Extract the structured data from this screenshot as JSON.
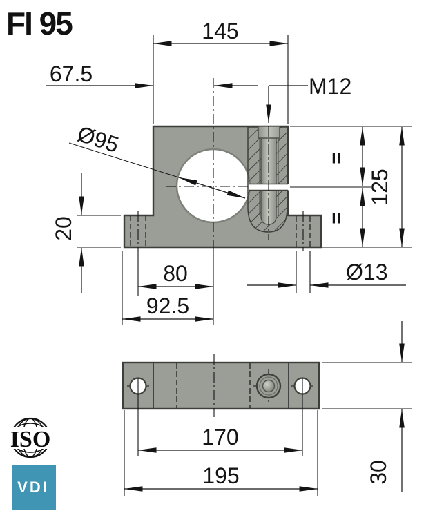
{
  "title": "FI 95",
  "front_view": {
    "dim_width_top": "145",
    "dim_offset_left": "67.5",
    "thread_label": "M12",
    "bore_label": "Ø95",
    "equal_top": "=",
    "equal_bottom": "=",
    "dim_height": "125",
    "dim_flange_thickness": "20",
    "dim_hole_offset": "80",
    "dim_edge_offset": "92.5",
    "hole_label": "Ø13"
  },
  "top_view": {
    "dim_hole_spacing": "170",
    "dim_total_width": "195",
    "dim_depth": "30"
  },
  "logos": {
    "iso_label": "ISO",
    "vdi_label": "VDI"
  },
  "colors": {
    "body_gray": "#9b9e97",
    "outline": "#3d403a",
    "dim_line": "#141414",
    "vdi_blue": "#4195b4",
    "slit_white": "#ffffff"
  }
}
